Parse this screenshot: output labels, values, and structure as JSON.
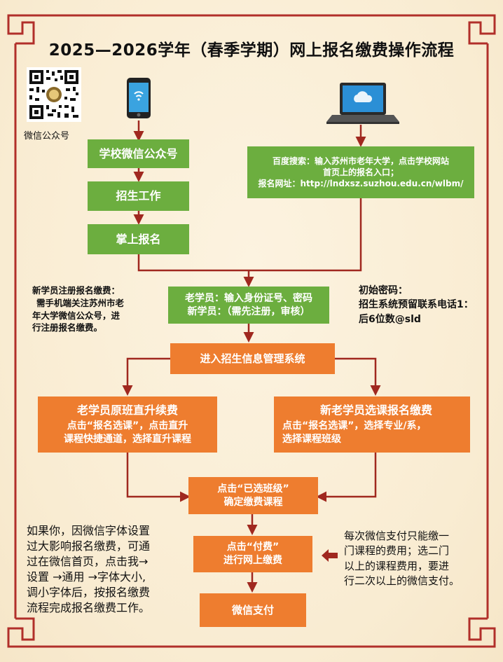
{
  "title": "2025—2026学年（春季学期）网上报名缴费操作流程",
  "qr_caption": "微信公众号",
  "left_path": [
    "学校微信公众号",
    "招生工作",
    "掌上报名"
  ],
  "right_box": {
    "line1": "百度搜索：输入苏州市老年大学，点击学校网站",
    "line2": "首页上的报名入口；",
    "line3": "报名网址：http://lndxsz.suzhou.edu.cn/wlbm/"
  },
  "new_student_note": {
    "line1": "新学员注册报名缴费：",
    "line2": "需手机端关注苏州市老",
    "line3": "年大学微信公众号，进",
    "line4": "行注册报名缴费。"
  },
  "login_box": {
    "line1": "老学员：输入身份证号、密码",
    "line2": "新学员：（需先注册，审核）"
  },
  "password_note": {
    "line1": "初始密码：",
    "line2": "招生系统预留联系电话1：",
    "line3": "后6位数@sld"
  },
  "system_box": "进入招生信息管理系统",
  "old_branch": {
    "title": "老学员原班直升续费",
    "line1": "点击“报名选课”，点击直升",
    "line2": "课程快捷通道，选择直升课程"
  },
  "new_branch": {
    "title": "新老学员选课报名缴费",
    "line1": "点击“报名选课”，选择专业/系，",
    "line2": "选择课程班级"
  },
  "confirm_box": {
    "line1": "点击“已选班级”",
    "line2": "确定缴费课程"
  },
  "pay_box": {
    "line1": "点击“付费”",
    "line2": "进行网上缴费"
  },
  "wechat_pay_box": "微信支付",
  "font_tip": {
    "line1": "如果你，因微信字体设置",
    "line2": "过大影响报名缴费，可通",
    "line3": "过在微信首页，点击我→",
    "line4": "设置 →通用 →字体大小,",
    "line5": "调小字体后，按报名缴费",
    "line6": "流程完成报名缴费工作。"
  },
  "payment_tip": {
    "line1": "每次微信支付只能缴一",
    "line2": "门课程的费用；选二门",
    "line3": "以上的课程费用，要进",
    "line4": "行二次以上的微信支付。"
  },
  "colors": {
    "green": "#6cae3f",
    "orange": "#ee7d2f",
    "arrow": "#a0281f",
    "frame": "#b12f2a",
    "background": "#fbf0d9"
  }
}
